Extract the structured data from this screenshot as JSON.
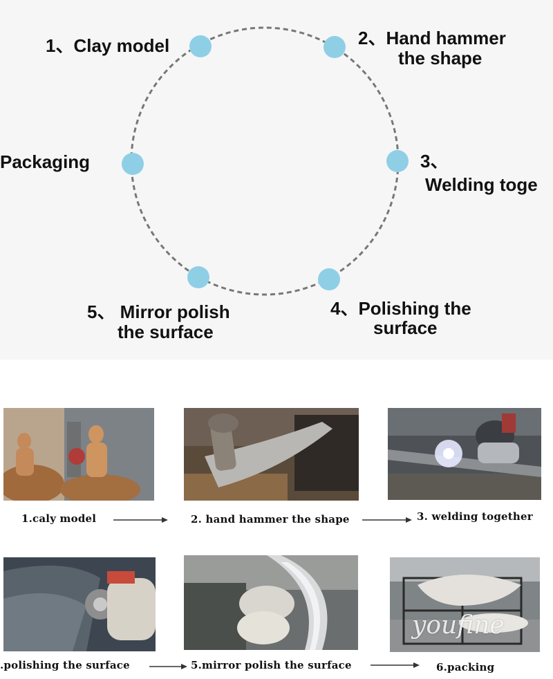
{
  "cycle": {
    "step1": "1、Clay model",
    "step2_line1": "2、Hand hammer",
    "step2_line2": "the shape",
    "step3_line1": "3、",
    "step3_line2": "Welding toge",
    "step4_line1": "4、Polishing the",
    "step4_line2": "surface",
    "step5_line1": "5、 Mirror polish",
    "step5_line2": "the surface",
    "step6": "Packaging",
    "dot_color": "#8fcfe6",
    "ring_color": "#777777"
  },
  "process": {
    "row1": [
      "1.caly model",
      "2. hand hammer the shape",
      "3. welding together"
    ],
    "row2": [
      ".polishing the surface",
      "5.mirror polish the surface",
      "6.packing"
    ],
    "watermark": "youfine"
  }
}
